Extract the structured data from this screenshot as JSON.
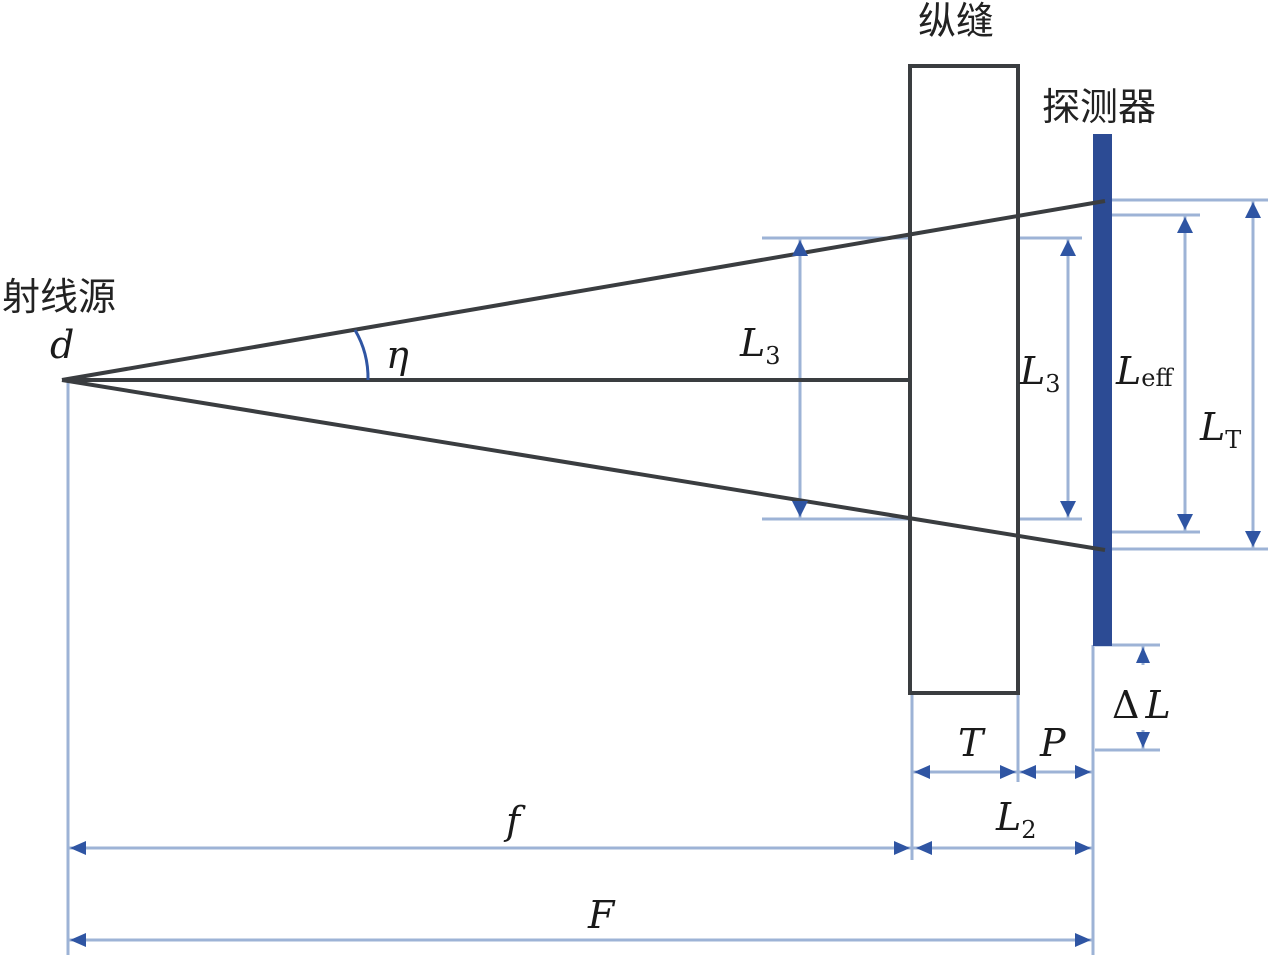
{
  "labels": {
    "source": "射线源",
    "slit": "纵缝",
    "detector": "探测器",
    "d": "d",
    "eta": "η",
    "L3_left_main": "L",
    "L3_left_sub": "3",
    "L3_right_main": "L",
    "L3_right_sub": "3",
    "Leff_main": "L",
    "Leff_sub": "eff",
    "LT_main": "L",
    "LT_sub": "T",
    "deltaL_delta": "Δ",
    "deltaL_main": "L",
    "T": "T",
    "P": "P",
    "f": "f",
    "L2_main": "L",
    "L2_sub": "2",
    "F": "F"
  },
  "colors": {
    "ray": "#3a3d40",
    "dimension_line": "#9db3d6",
    "arrow": "#2f55a3",
    "detector": "#2c4b94"
  }
}
